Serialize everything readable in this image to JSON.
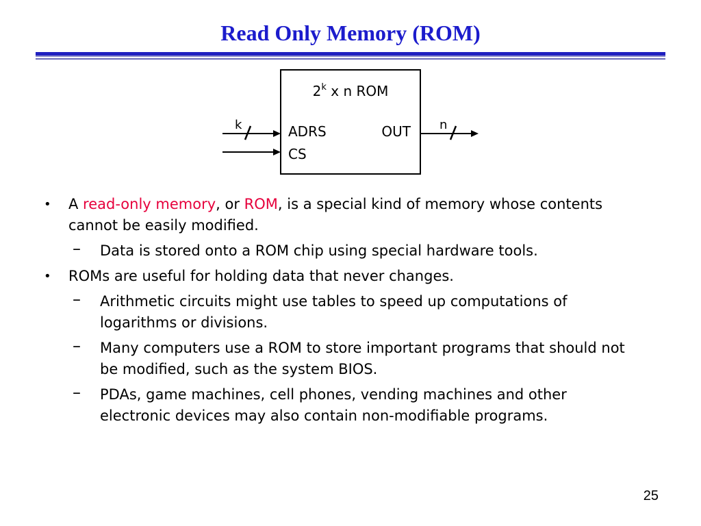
{
  "slide": {
    "title": "Read Only Memory (ROM)",
    "page_number": "25"
  },
  "diagram": {
    "box_title_base": "2",
    "box_title_sup": "k",
    "box_title_rest": " x n ROM",
    "address_input": "ADRS",
    "output": "OUT",
    "chip_select": "CS",
    "address_width": "k",
    "output_width": "n"
  },
  "bullets": [
    {
      "parts": [
        "A ",
        "read-only memory",
        ", or ",
        "ROM",
        ", is a special kind of memory whose contents cannot be easily modified."
      ],
      "sub": [
        "Data is stored onto a ROM chip using special hardware tools."
      ]
    },
    {
      "text": "ROMs are useful for holding data that never changes.",
      "sub": [
        "Arithmetic circuits might use tables to speed up computations of logarithms or divisions.",
        "Many computers use a ROM to store important programs that should not be modified, such as the system BIOS.",
        "PDAs, game machines, cell phones, vending machines and other electronic devices may also contain non-modifiable programs."
      ]
    }
  ],
  "colors": {
    "title": "#1c1ccc",
    "highlight": "#e6003c",
    "rule": "#2020c0"
  }
}
